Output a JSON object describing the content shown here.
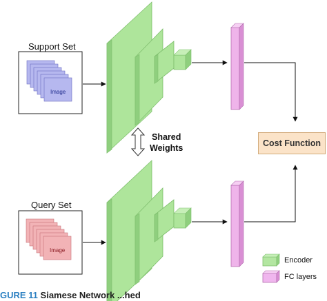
{
  "support_set": {
    "label": "Support Set",
    "image_text": "Image"
  },
  "query_set": {
    "label": "Query Set",
    "image_text": "Image"
  },
  "shared_weights": {
    "line1": "Shared",
    "line2": "Weights"
  },
  "cost_function": {
    "label": "Cost Function"
  },
  "legend": {
    "encoder": {
      "label": "Encoder",
      "color": "#b3e6a1"
    },
    "fc": {
      "label": "FC layers",
      "color": "#f0b6ee"
    }
  },
  "colors": {
    "support_image": "#b6b8ef",
    "query_image": "#f2b3b6",
    "encoder_front": "#aee59b",
    "encoder_side": "#8fcf7e",
    "fc_front": "#efb4ea",
    "fc_side": "#d98fd4",
    "cost_box": "#fbe3c8"
  },
  "caption": {
    "figure": "GURE 11",
    "text": "Siamese Network ...hed"
  }
}
